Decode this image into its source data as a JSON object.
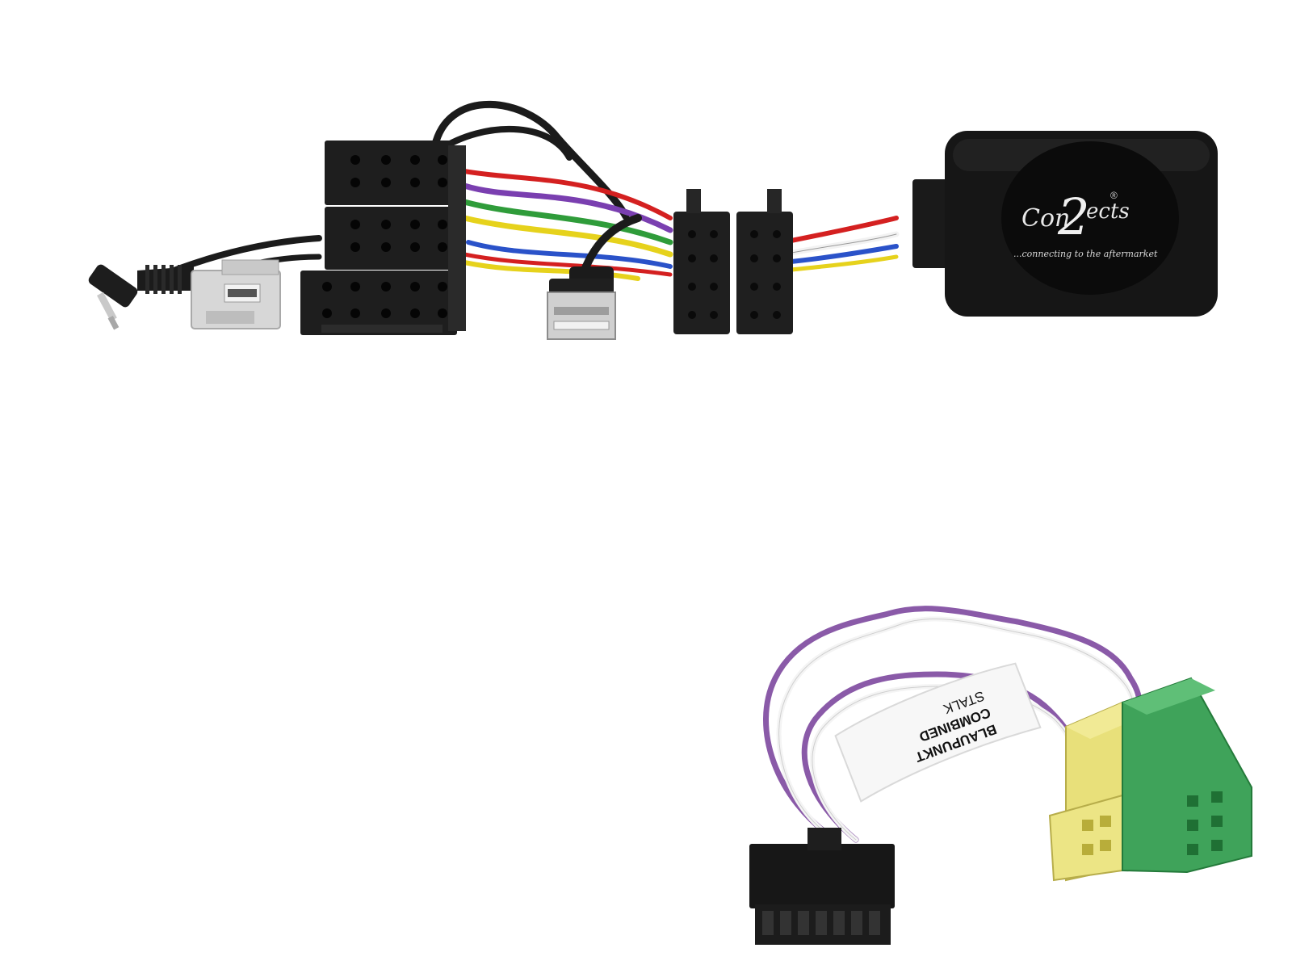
{
  "logo": {
    "brand_left": "Con",
    "brand_digit": "2",
    "brand_right": "ects",
    "registered": "®",
    "tagline": "...connecting to the aftermarket"
  },
  "label": {
    "line1": "BLAUPUNKT",
    "line2": "COMBINED",
    "line3": "STALK"
  },
  "colors": {
    "background": "#ffffff",
    "connector_black": "#1c1c1c",
    "interface_box": "#161616",
    "harness_purple": "#8a5aa8",
    "harness_white": "#f4f4f4",
    "mini_iso_yellow": "#e8e07a",
    "mini_iso_green": "#3fa35a",
    "usb_silver": "#cfcfcf",
    "plug_grey": "#d6d6d6"
  }
}
